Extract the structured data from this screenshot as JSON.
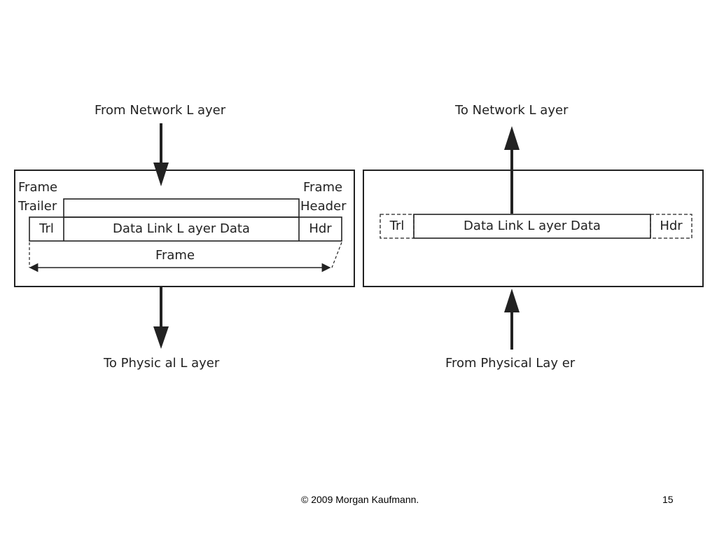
{
  "sender": {
    "from_label": "From Network L ayer",
    "to_label": "To Physic al L ayer",
    "trailer_label": [
      "Frame",
      "Trailer"
    ],
    "header_label": [
      "Frame",
      "Header"
    ],
    "trl": "Trl",
    "data": "Data Link L  ayer Data",
    "hdr": "Hdr",
    "frame_label": "Frame"
  },
  "receiver": {
    "to_label": "To  Network L ayer",
    "from_label": "From Physical Lay  er",
    "trl": "Trl",
    "data": "Data Link L  ayer Data",
    "hdr": "Hdr"
  },
  "footer": {
    "copyright": "© 2009 Morgan Kaufmann.",
    "page_number": "15"
  }
}
